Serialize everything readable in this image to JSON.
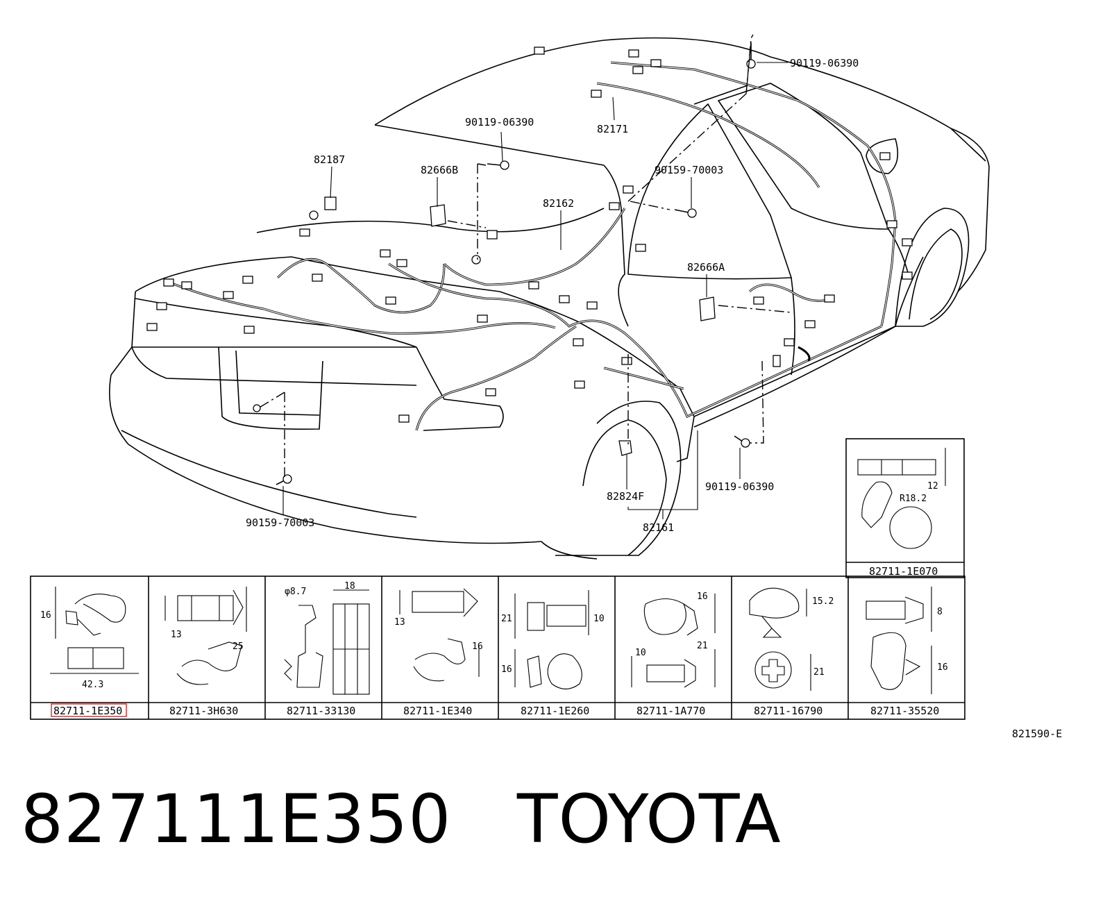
{
  "callouts": {
    "bolt_roof_rear": "90119-06390",
    "bolt_package_tray": "90119-06390",
    "harness_roof": "82171",
    "harness_trunk_lid": "82187",
    "clamp_tray": "82666B",
    "harness_floor": "82162",
    "bolt_b_pillar": "90159-70003",
    "clamp_floor": "82666A",
    "bolt_sill": "90119-06390",
    "connector_wheelhouse": "82824F",
    "harness_main": "82161",
    "bolt_bumper": "90159-70003"
  },
  "clip_table": {
    "items": [
      {
        "part": "82711-1E350",
        "dims": [
          "16",
          "42.3"
        ],
        "highlighted": true
      },
      {
        "part": "82711-3H630",
        "dims": [
          "13",
          "25"
        ]
      },
      {
        "part": "82711-33130",
        "dims": [
          "φ8.7",
          "18"
        ]
      },
      {
        "part": "82711-1E340",
        "dims": [
          "13",
          "16"
        ]
      },
      {
        "part": "82711-1E260",
        "dims": [
          "21",
          "10",
          "16"
        ]
      },
      {
        "part": "82711-1A770",
        "dims": [
          "16",
          "10",
          "21"
        ]
      },
      {
        "part": "82711-16790",
        "dims": [
          "15.2",
          "21"
        ]
      },
      {
        "part": "82711-35520",
        "dims": [
          "8",
          "16"
        ]
      }
    ],
    "extra": {
      "part": "82711-1E070",
      "dims": [
        "12",
        "R18.2"
      ]
    }
  },
  "diagram_code": "821590-E",
  "caption": {
    "part_number": "827111E350",
    "brand": "TOYOTA"
  },
  "colors": {
    "line": "#000000",
    "highlight": "#e03030",
    "background": "#ffffff"
  }
}
